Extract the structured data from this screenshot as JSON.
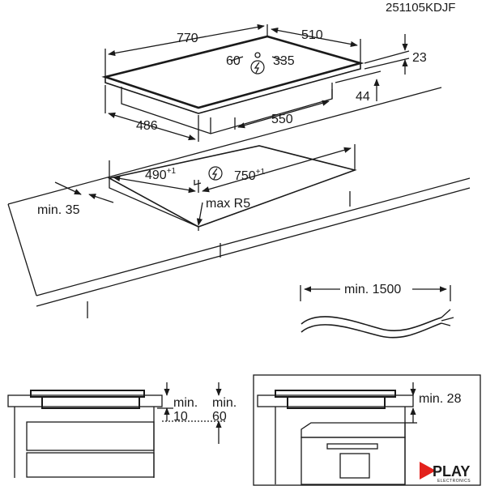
{
  "doc_code": "251105KDJF",
  "hob": {
    "width": "770",
    "depth": "510",
    "height": "23",
    "side_depth": "486",
    "base_width": "550",
    "base_height": "44",
    "conn_left": "60",
    "conn_right": "335"
  },
  "cutout": {
    "depth": "490",
    "width": "750",
    "tolerance": "+1",
    "radius": "max R5",
    "edge_min": "min. 35"
  },
  "cable": {
    "length": "min. 1500"
  },
  "install_left": {
    "gap_label": "min.",
    "gap_value": "10",
    "space_label": "min.",
    "space_value": "60"
  },
  "install_right": {
    "space": "min. 28"
  },
  "logo": {
    "brand": "PLAY",
    "sub": "ELECTRONICS"
  },
  "colors": {
    "ink": "#1a1a1a",
    "logo_red": "#e3211c"
  }
}
